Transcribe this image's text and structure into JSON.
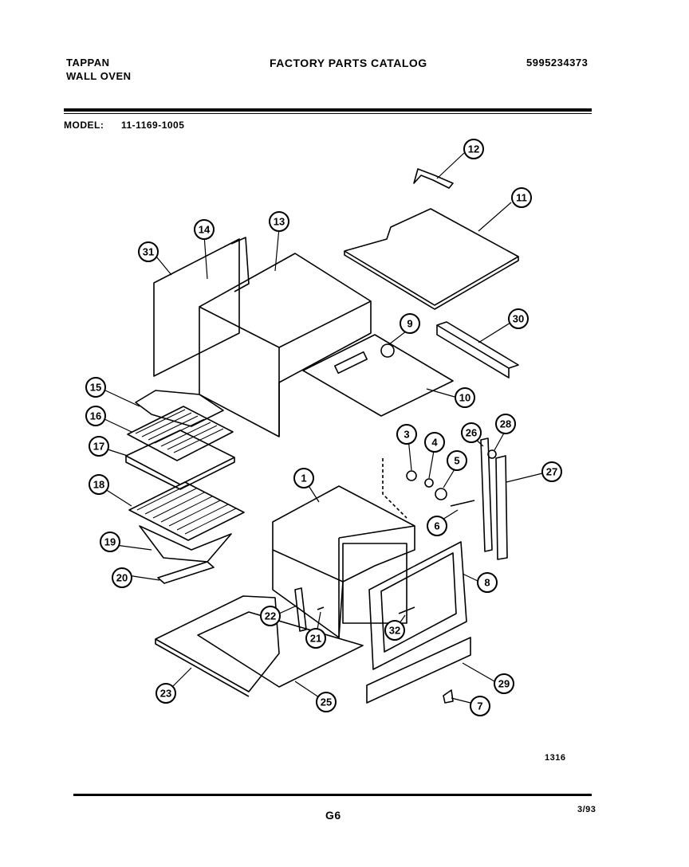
{
  "header": {
    "brand": "TAPPAN",
    "product": "WALL OVEN",
    "catalog_title": "FACTORY PARTS CATALOG",
    "catalog_number": "5995234373",
    "model_label": "MODEL:",
    "model_value": "11-1169-1005"
  },
  "diagram": {
    "callouts": [
      "12",
      "11",
      "14",
      "13",
      "31",
      "9",
      "30",
      "10",
      "15",
      "16",
      "17",
      "3",
      "4",
      "5",
      "26",
      "28",
      "27",
      "18",
      "1",
      "6",
      "19",
      "8",
      "20",
      "22",
      "21",
      "32",
      "23",
      "25",
      "29",
      "7"
    ]
  },
  "footer": {
    "figure_code": "1316",
    "page_code": "G6",
    "date_code": "3/93"
  }
}
